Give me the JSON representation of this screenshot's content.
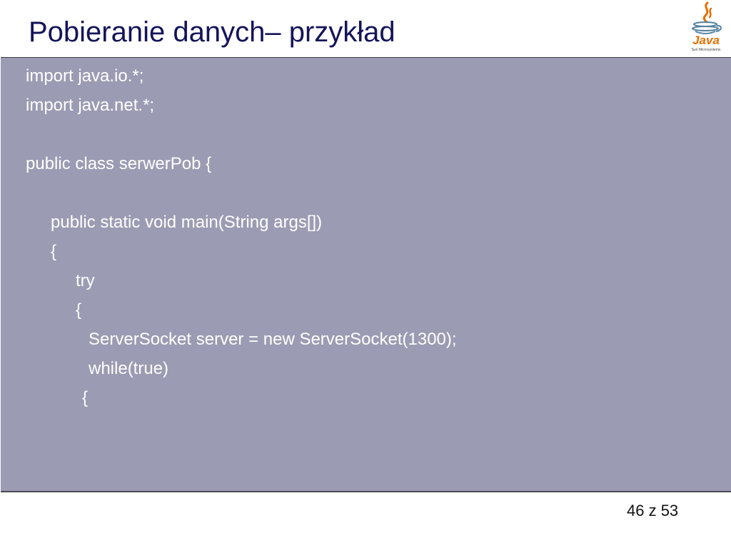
{
  "slide": {
    "title": "Pobieranie danych– przykład",
    "page_indicator": "46 z 53"
  },
  "logo": {
    "name": "java-logo-icon",
    "wordmark": "Java",
    "tagline": "Sun Microsystems",
    "colors": {
      "steam": "#e76f00",
      "cup": "#5382a1",
      "wordmark": "#e76f00"
    }
  },
  "code": {
    "lines": [
      "import java.io.*;",
      "import java.net.*;",
      "",
      "public class serwerPob {",
      "",
      "public static void main(String args[])",
      "{",
      "try",
      "{",
      "ServerSocket server = new ServerSocket(1300);",
      "while(true)",
      "{"
    ]
  },
  "colors": {
    "title": "#14145a",
    "code_background": "#9b9bb3",
    "code_text": "#ffffff"
  }
}
